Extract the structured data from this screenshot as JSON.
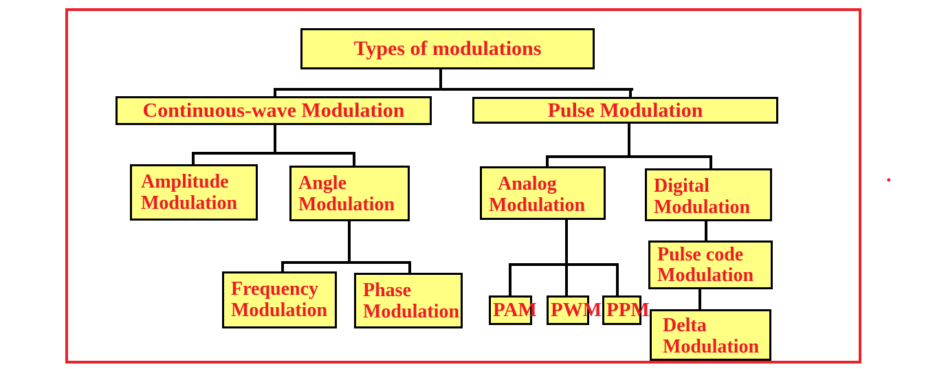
{
  "diagram": {
    "title": "Types of modulations",
    "type": "tree-flowchart",
    "hierarchy": {
      "Types of modulations": [
        "Continuous-wave Modulation",
        "Pulse Modulation"
      ],
      "Continuous-wave Modulation": [
        "Amplitude Modulation",
        "Angle Modulation"
      ],
      "Angle Modulation": [
        "Frequency Modulation",
        "Phase Modulation"
      ],
      "Pulse Modulation": [
        "Analog Modulation",
        "Digital Modulation"
      ],
      "Analog Modulation": [
        "PAM",
        "PWM",
        "PPM"
      ],
      "Digital Modulation": [
        "Pulse code Modulation"
      ],
      "Pulse code Modulation": [
        "Delta Modulation"
      ]
    }
  },
  "nodes": {
    "root": {
      "label": "Types of modulations"
    },
    "cw": {
      "label": "Continuous-wave Modulation"
    },
    "pulse": {
      "label": "Pulse Modulation"
    },
    "amplitude": {
      "line1": "Amplitude",
      "line2": "Modulation"
    },
    "angle": {
      "line1": "Angle",
      "line2": "Modulation"
    },
    "frequency": {
      "line1": "Frequency",
      "line2": "Modulation"
    },
    "phase": {
      "line1": "Phase",
      "line2": "Modulation"
    },
    "analog": {
      "line1": "Analog",
      "line2": "Modulation"
    },
    "digital": {
      "line1": "Digital",
      "line2": "Modulation"
    },
    "pam": {
      "label": "PAM"
    },
    "pwm": {
      "label": "PWM"
    },
    "ppm": {
      "label": "PPM"
    },
    "pcm": {
      "line1": "Pulse code",
      "line2": "Modulation"
    },
    "delta": {
      "line1": "Delta",
      "line2": "Modulation"
    }
  },
  "annotations": {
    "stray_dot": "."
  },
  "colors": {
    "box_fill": "#ffff84",
    "box_border": "#000000",
    "text_red": "#ed1c24",
    "outer_border": "#ec2028",
    "connector": "#000000"
  }
}
